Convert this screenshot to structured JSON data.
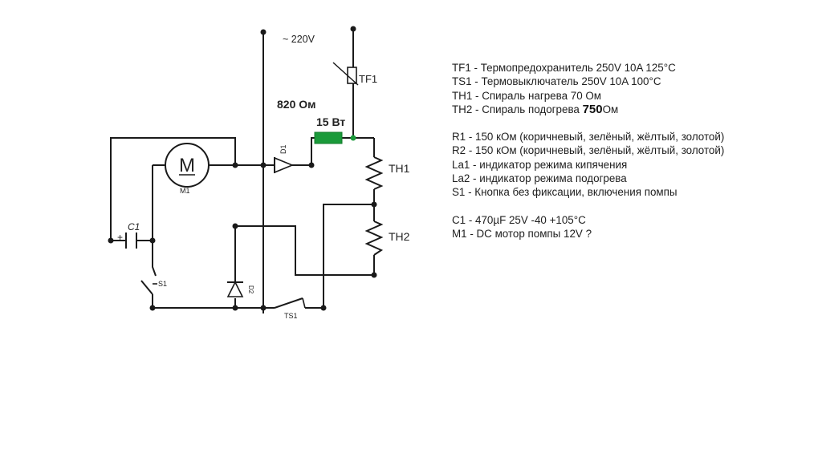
{
  "diagram": {
    "supply_label": "~ 220V",
    "fuse_label": "TF1",
    "resistor_value": "820 Ом",
    "resistor_power": "15 Вт",
    "heater1_label": "TH1",
    "heater2_label": "TH2",
    "motor_symbol": "M",
    "motor_label": "M1",
    "cap_label": "C1",
    "cap_plus": "+",
    "switch_label": "S1",
    "diode1_label": "D1",
    "diode2_label": "D2",
    "thermostat_label": "TS1",
    "colors": {
      "resistor": "#1a9a3a",
      "wire": "#1a1a1a"
    }
  },
  "legend": {
    "group1": [
      "TF1 - Термопредохранитель 250V 10A 125°C",
      "TS1 - Термовыключатель 250V 10A 100°C",
      "TH1 - Спираль нагрева 70 Ом"
    ],
    "th2_prefix": "TH2 - Спираль подогрева ",
    "th2_value": "750",
    "th2_suffix": "Ом",
    "group2": [
      "R1 - 150 кОм (коричневый, зелёный, жёлтый, золотой)",
      "R2 - 150 кОм (коричневый, зелёный, жёлтый, золотой)",
      "La1 - индикатор режима кипячения",
      "La2 - индикатор режима подогрева",
      "S1 - Кнопка без фиксации, включения помпы"
    ],
    "group3": [
      "C1 - 470µF 25V -40 +105°C",
      "M1 - DC мотор помпы 12V ?"
    ]
  }
}
